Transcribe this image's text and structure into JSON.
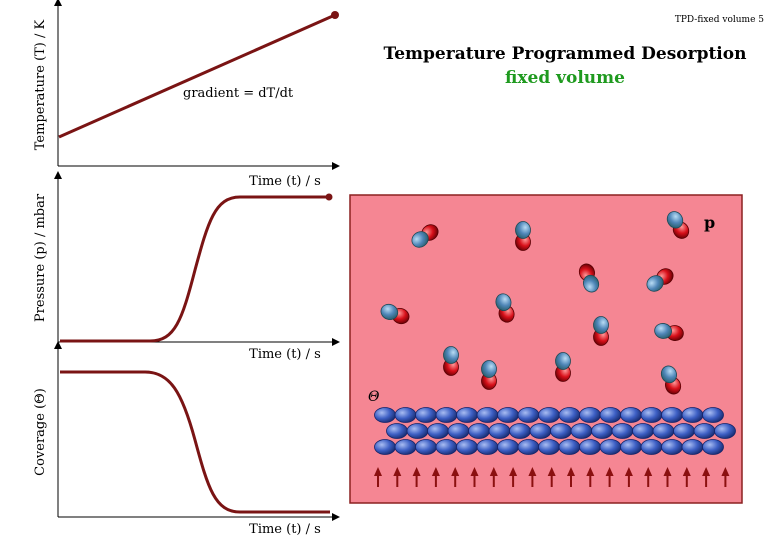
{
  "slide_tag": "TPD-fixed volume 5",
  "title": {
    "line1": "Temperature Programmed Desorption",
    "line2": "fixed volume",
    "line2_color": "#1f9a1f"
  },
  "colors": {
    "curve": "#7a1414",
    "chamber_fill": "#f58693",
    "chamber_border": "#8b2020",
    "surface_atom": "#3d5fc4",
    "molecule_blue": "#4f86b8",
    "molecule_red": "#d8101a",
    "arrow": "#8b1010"
  },
  "panel_temperature": {
    "y_label": "Temperature (T) / K",
    "x_label": "Time (t) / s",
    "annotation": "gradient = dT/dt",
    "shape": "linear increasing"
  },
  "panel_pressure": {
    "y_label": "Pressure (p) / mbar",
    "x_label": "Time (t) / s",
    "shape": "sigmoid rise then plateau"
  },
  "panel_coverage": {
    "y_label": "Coverage (Θ)",
    "x_label": "Time (t) / s",
    "shape": "plateau then sigmoid fall"
  },
  "chamber": {
    "pressure_symbol": "p",
    "coverage_symbol": "Θ",
    "surface_rows": 3,
    "heating_arrow_icon": "up-arrow-icon"
  }
}
